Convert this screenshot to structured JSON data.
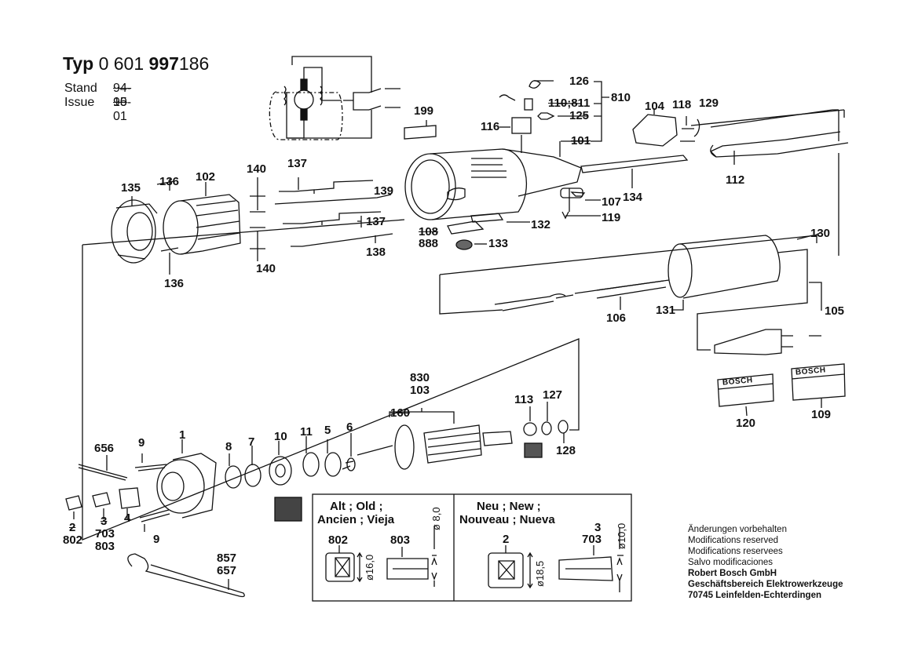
{
  "header": {
    "typ_label": "Typ",
    "typ_number_prefix": "0 601",
    "typ_number_bold": "997",
    "typ_number_suffix": "186",
    "stand_label": "Stand",
    "stand_value_struck": "94-10",
    "issue_label": "Issue",
    "issue_value": "95-01"
  },
  "part_labels": {
    "p199": "199",
    "p126": "126",
    "p810": "810",
    "p110_811_struck": "110",
    "p110_811_rest": ";811",
    "p125": "125",
    "p116": "116",
    "p101_struck": "101",
    "p104": "104",
    "p118": "118",
    "p129": "129",
    "p112": "112",
    "p134": "134",
    "p107": "107",
    "p119": "119",
    "p132": "132",
    "p108_struck": "108",
    "p888": "888",
    "p133": "133",
    "p135": "135",
    "p136_top": "136",
    "p136_bottom": "136",
    "p102": "102",
    "p140_top": "140",
    "p140_bottom": "140",
    "p137_top": "137",
    "p137_mid": "137",
    "p139": "139",
    "p138": "138",
    "p130": "130",
    "p131": "131",
    "p106": "106",
    "p105": "105",
    "p120": "120",
    "p109": "109",
    "p830": "830",
    "p103": "103",
    "p160_struck": "160",
    "p113": "113",
    "p127": "127",
    "p128": "128",
    "p656": "656",
    "p9_top": "9",
    "p9_bottom": "9",
    "p1": "1",
    "p8": "8",
    "p7": "7",
    "p10": "10",
    "p11": "11",
    "p5": "5",
    "p6": "6",
    "p4": "4",
    "p2_struck": "2",
    "p802": "802",
    "p3_struck": "3",
    "p703": "703",
    "p803": "803",
    "p857": "857",
    "p657": "657"
  },
  "label_plates": {
    "brand": "BOSCH"
  },
  "comparison_box": {
    "old": {
      "title_line1": "Alt ; Old ;",
      "title_line2": "Ancien ; Vieja",
      "nut_part": "802",
      "collet_part": "803",
      "nut_diameter": "ø16,0",
      "collet_diameter": "ø 8,0"
    },
    "new": {
      "title_line1": "Neu ; New ;",
      "title_line2": "Nouveau ; Nueva",
      "nut_part": "2",
      "collet_part_line1": "3",
      "collet_part_line2": "703",
      "nut_diameter": "ø18,5",
      "collet_diameter": "ø10,0"
    }
  },
  "notes": {
    "line1": "Änderungen vorbehalten",
    "line2": "Modifications reserved",
    "line3": "Modifications reservees",
    "line4": "Salvo modificaciones",
    "company": "Robert Bosch GmbH",
    "division": "Geschäftsbereich Elektrowerkzeuge",
    "address": "70745 Leinfelden-Echterdingen"
  }
}
